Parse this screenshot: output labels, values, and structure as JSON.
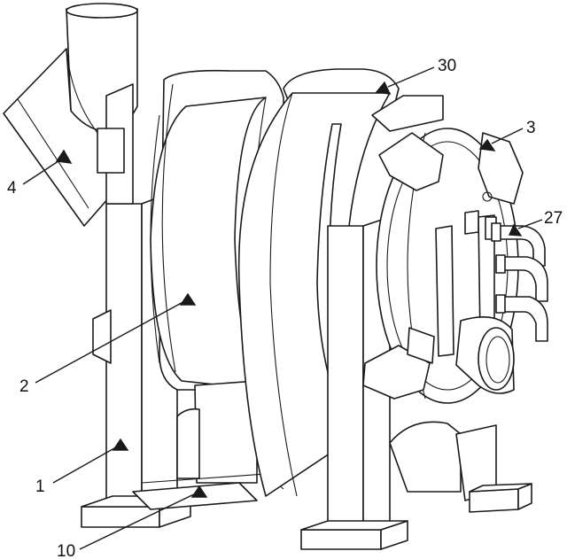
{
  "labels": [
    {
      "id": "4",
      "text": "4"
    },
    {
      "id": "30",
      "text": "30"
    },
    {
      "id": "3",
      "text": "3"
    },
    {
      "id": "27",
      "text": "27"
    },
    {
      "id": "2",
      "text": "2"
    },
    {
      "id": "1",
      "text": "1"
    },
    {
      "id": "10",
      "text": "10"
    }
  ]
}
